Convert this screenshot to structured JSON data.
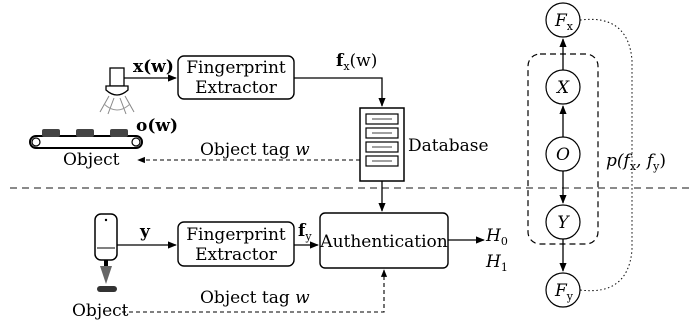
{
  "enrollment": {
    "signal_label": "x(w)",
    "extractor_label_1": "Fingerprint",
    "extractor_label_2": "Extractor",
    "fingerprint_label": "f",
    "fingerprint_sub": "x",
    "fingerprint_arg": "(w)",
    "object_param_label": "o(w)",
    "object_label": "Object",
    "tag_label": "Object tag",
    "tag_var": "w",
    "database_label": "Database"
  },
  "authentication": {
    "signal_label": "y",
    "extractor_label_1": "Fingerprint",
    "extractor_label_2": "Extractor",
    "fingerprint_label": "f",
    "fingerprint_sub": "y",
    "block_label": "Authentication",
    "h0_label": "H",
    "h0_sub": "0",
    "h1_label": "H",
    "h1_sub": "1",
    "object_label": "Object",
    "tag_label": "Object tag",
    "tag_var": "w"
  },
  "graph": {
    "node_fx": "F",
    "node_fx_sub": "x",
    "node_x": "X",
    "node_o": "O",
    "node_y": "Y",
    "node_fy": "F",
    "node_fy_sub": "y",
    "joint_label_pre": "p(f",
    "joint_sub_x": "x",
    "joint_mid": ", f",
    "joint_sub_y": "y",
    "joint_post": ")"
  }
}
